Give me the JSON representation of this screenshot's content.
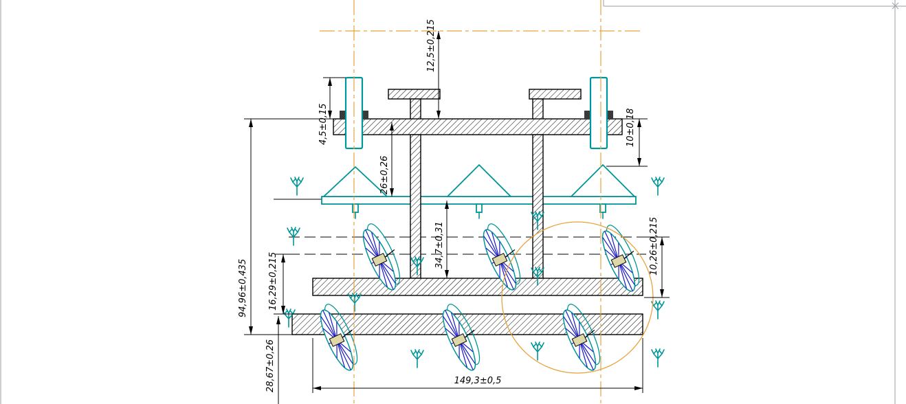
{
  "dims": {
    "d1": "12,5±0,215",
    "d2": "4,5±0,15",
    "d3": "10±0,18",
    "d4": "26±0,26",
    "d5": "34,7±0,31",
    "d6": "16,29±0,215",
    "d7": "10,26±0,215",
    "d8": "94,96±0,435",
    "d9": "28,67±0,26",
    "d10": "149,3±0,5"
  },
  "colors": {
    "centerline_orange": "#E8A33C",
    "implement_teal": "#009598",
    "disc_blue": "#1617C8",
    "hub_tan": "#DED7A8",
    "structure_black": "#000000",
    "frame_gray": "#9AA0A6",
    "background": "#FFFFFF"
  }
}
